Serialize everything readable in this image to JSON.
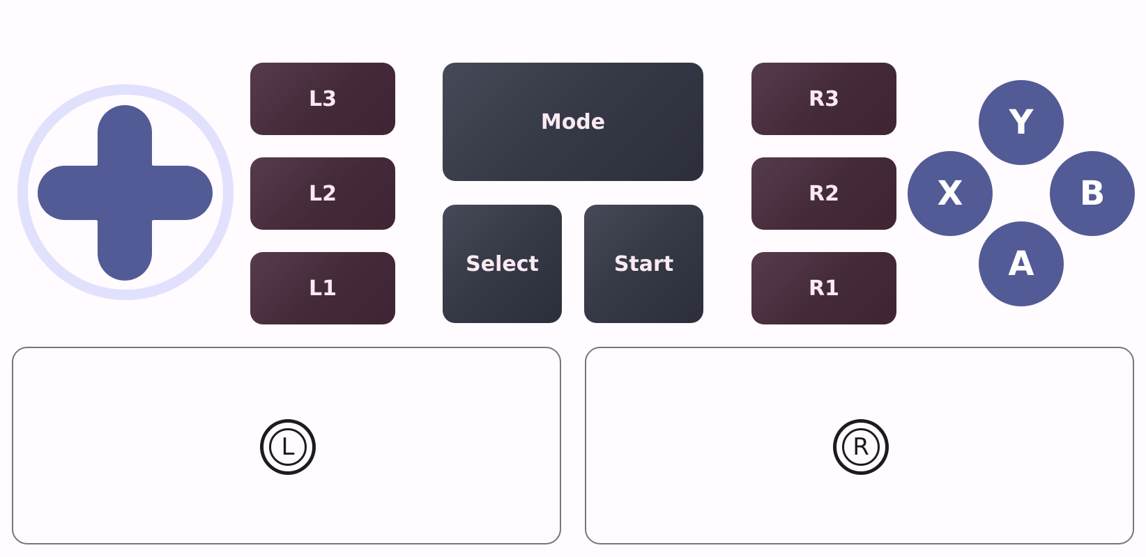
{
  "buttons": {
    "l3": "L3",
    "l2": "L2",
    "l1": "L1",
    "r3": "R3",
    "r2": "R2",
    "r1": "R1",
    "mode": "Mode",
    "select": "Select",
    "start": "Start"
  },
  "face_buttons": {
    "y": "Y",
    "x": "X",
    "b": "B",
    "a": "A"
  },
  "sticks": {
    "left": "L",
    "right": "R"
  },
  "colors": {
    "background": "#fffbfe",
    "dpad": "#525b96",
    "dpad_ring": "#e1e1fd",
    "face_button": "#525b96",
    "shoulder_button": "#442a38",
    "system_button": "#353845",
    "stick_border": "#79747e"
  }
}
